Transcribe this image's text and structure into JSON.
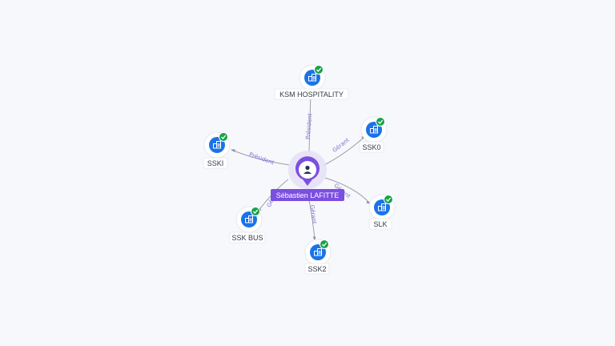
{
  "center": {
    "name": "Sébastien LAFITTE",
    "icon": "person-icon",
    "color": "#7b4fe0"
  },
  "colors": {
    "company": "#1a73e8",
    "verified": "#17a34a",
    "edge": "#9aa0aa",
    "edge_label": "#7c6fd6"
  },
  "companies": [
    {
      "id": "ksm-hospitality",
      "name": "KSM HOSPITALITY",
      "role": "Président",
      "icon": "building-icon",
      "status_icon": "check-icon"
    },
    {
      "id": "ssk0",
      "name": "SSK0",
      "role": "Gérant",
      "icon": "building-icon",
      "status_icon": "check-icon"
    },
    {
      "id": "slk",
      "name": "SLK",
      "role": "Gérant",
      "icon": "building-icon",
      "status_icon": "check-icon"
    },
    {
      "id": "ssk2",
      "name": "SSK2",
      "role": "Gérant",
      "icon": "building-icon",
      "status_icon": "check-icon"
    },
    {
      "id": "ssk-bus",
      "name": "SSK BUS",
      "role": "Gérant",
      "icon": "building-icon",
      "status_icon": "check-icon"
    },
    {
      "id": "sski",
      "name": "SSKI",
      "role": "Président",
      "icon": "building-icon",
      "status_icon": "check-icon"
    }
  ]
}
